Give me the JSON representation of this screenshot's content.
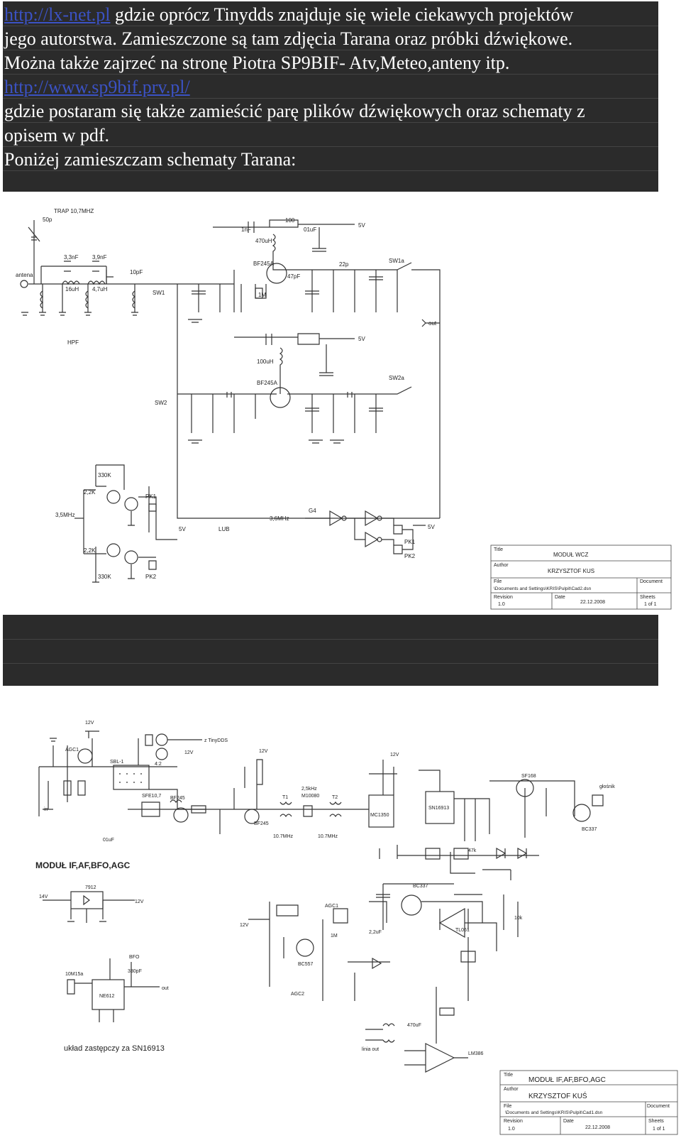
{
  "text": {
    "line1_link": "http://lx-net.pl",
    "line1_rest": " gdzie oprócz Tinydds znajduje się wiele ciekawych projektów",
    "line2": "jego autorstwa. Zamieszczone są tam zdjęcia Tarana oraz próbki dźwiękowe.",
    "line3": "Można także zajrzeć na stronę Piotra  SP9BIF- Atv,Meteo,anteny itp.",
    "line4_link": "http://www.sp9bif.prv.pl/",
    "line5": "gdzie postaram się także zamieścić parę plików dźwiękowych oraz schematy z",
    "line6": "opisem w pdf.",
    "line7": "Poniżej zamieszczam schematy Tarana:"
  },
  "schematic1": {
    "labels": {
      "trap": "TRAP 10,7MHZ",
      "antena": "antena",
      "hpf": "HPF",
      "bf245a_1": "BF245A",
      "bf245a_2": "BF245A",
      "sw1": "SW1",
      "sw1a": "SW1a",
      "sw2": "SW2",
      "sw2a": "SW2a",
      "out": "out",
      "v5_1": "5V",
      "v5_2": "5V",
      "v5_3": "5V",
      "v5_4": "5V",
      "lub": "LUB",
      "pk1": "PK1",
      "pk2": "PK2",
      "r330k_1": "330K",
      "r330k_2": "330K",
      "r22k_1": "2,2K",
      "r22k_2": "2,2K",
      "in35": "3,5MHz",
      "in36": "3,6MHz",
      "g4": "G4",
      "r100": "100",
      "r1m": "1M",
      "c50p": "50p",
      "c33nf": "3,3nF",
      "c39nf": "3,9nF",
      "c10pf": "10pF",
      "c47pf": "47pF",
      "c22p": "22p",
      "c1nf": "1nF",
      "c01uf": "01uF",
      "l470": "470uH",
      "l100": "100uH",
      "l47": "4,7uH",
      "l16": "16uH"
    },
    "title_block": {
      "title_label": "Title",
      "title": "MODUŁ WCZ",
      "author_label": "Author",
      "author": "KRZYSZTOF KUS",
      "file_label": "File",
      "document_label": "Document",
      "file": "\\Documents and Settings\\KRIS\\Pulpit\\Cad2.dsn",
      "revision_label": "Revision",
      "revision": "1.0",
      "date_label": "Date",
      "date": "22.12.2008",
      "sheets_label": "Sheets",
      "sheets": "1 of 1"
    }
  },
  "schematic2": {
    "labels": {
      "module_title": "MODUŁ IF,AF,BFO,AGC",
      "substitute": "układ zastępczy za SN16913",
      "v12": "12V",
      "v14": "14V",
      "agc1": "AGC1",
      "agc2": "AGC2",
      "sbl1": "SBL-1",
      "tinydds": "z TinyDDS",
      "ratio": "4:2",
      "in": "in",
      "sfe": "SFE10,7",
      "bf245": "BF245",
      "t1": "T1",
      "t2": "T2",
      "f25": "2,5kHz",
      "m10080": "M10080",
      "f107a": "10.7MHz",
      "f107b": "10.7MHz",
      "mc1350": "MC1350",
      "sn16913": "SN16913",
      "ic7912": "7912",
      "ne612": "NE612",
      "bfo": "BFO",
      "out": "out",
      "lm386": "LM386",
      "tl061": "TL061",
      "bc337a": "BC337",
      "bc337b": "BC337",
      "bc557": "BC557",
      "sf168": "SF168",
      "glosnik": "głośnik",
      "linia": "linia out",
      "x10m": "10M15a",
      "c330": "330pF",
      "r47k": "47k",
      "r10k": "10k",
      "c01uf": "01uF",
      "c22uf": "2,2uF",
      "r1m": "1M",
      "c470uf": "470uF"
    },
    "title_block": {
      "title_label": "Title",
      "title": "MODUŁ IF,AF,BFO,AGC",
      "author_label": "Author",
      "author": "KRZYSZTOF KUŚ",
      "file_label": "File",
      "document_label": "Document",
      "file": "\\Documents and Settings\\KRIS\\Pulpit\\Cad1.dsn",
      "revision_label": "Revision",
      "revision": "1.0",
      "date_label": "Date",
      "date": "22.12.2008",
      "sheets_label": "Sheets",
      "sheets": "1 of 1"
    }
  }
}
